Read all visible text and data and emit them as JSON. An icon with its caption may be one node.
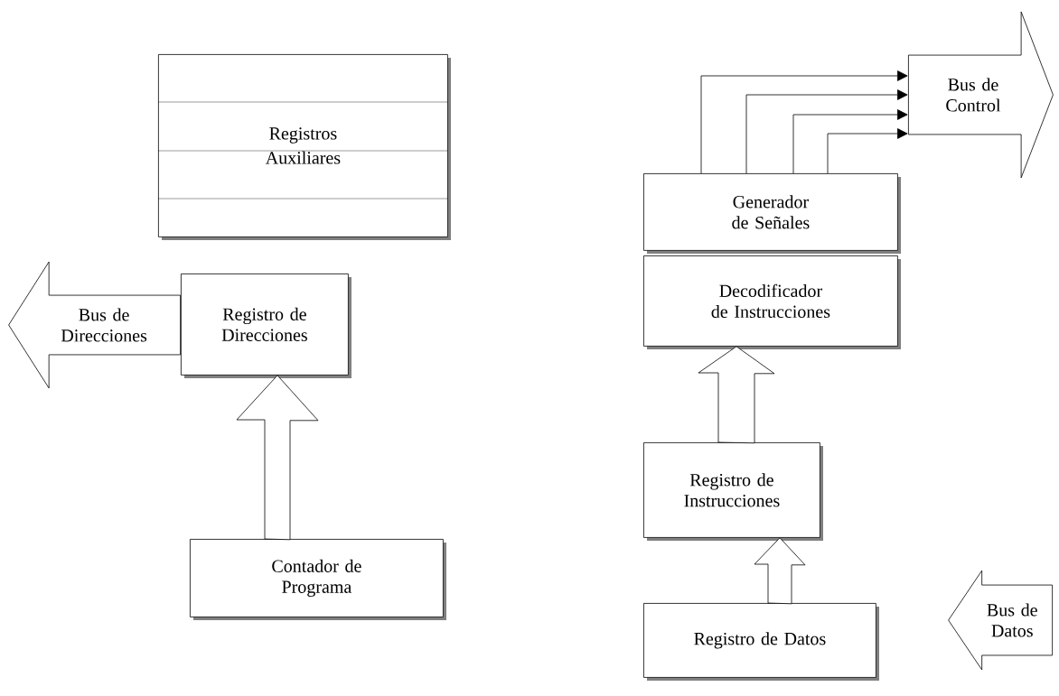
{
  "diagram": {
    "nodes": [
      {
        "text": [
          "Registros Auxiliares"
        ]
      },
      {
        "text": [
          "Registro de Direcciones"
        ]
      },
      {
        "text": [
          "Bus de Direcciones"
        ]
      },
      {
        "text": [
          "Contador de Programa"
        ]
      },
      {
        "text": [
          "Generador de Señales"
        ]
      },
      {
        "text": [
          "Decodificador de Instrucciones"
        ]
      },
      {
        "text": [
          "Bus de Control"
        ]
      },
      {
        "text": [
          "Registro de Instrucciones"
        ]
      },
      {
        "text": [
          "Registro de Datos"
        ]
      },
      {
        "text": [
          "Bus de Datos"
        ]
      }
    ],
    "edges": [
      {
        "from": 3,
        "to": 1,
        "arrow": "to",
        "style": "thick"
      },
      {
        "from": 4,
        "to": 6,
        "arrow": "to"
      },
      {
        "from": 4,
        "to": 6,
        "arrow": "to"
      },
      {
        "from": 4,
        "to": 6,
        "arrow": "to"
      },
      {
        "from": 4,
        "to": 6,
        "arrow": "to"
      },
      {
        "from": 7,
        "to": 5,
        "arrow": "to",
        "style": "thick"
      },
      {
        "from": 8,
        "to": 7,
        "arrow": "to",
        "style": "thick"
      }
    ]
  }
}
